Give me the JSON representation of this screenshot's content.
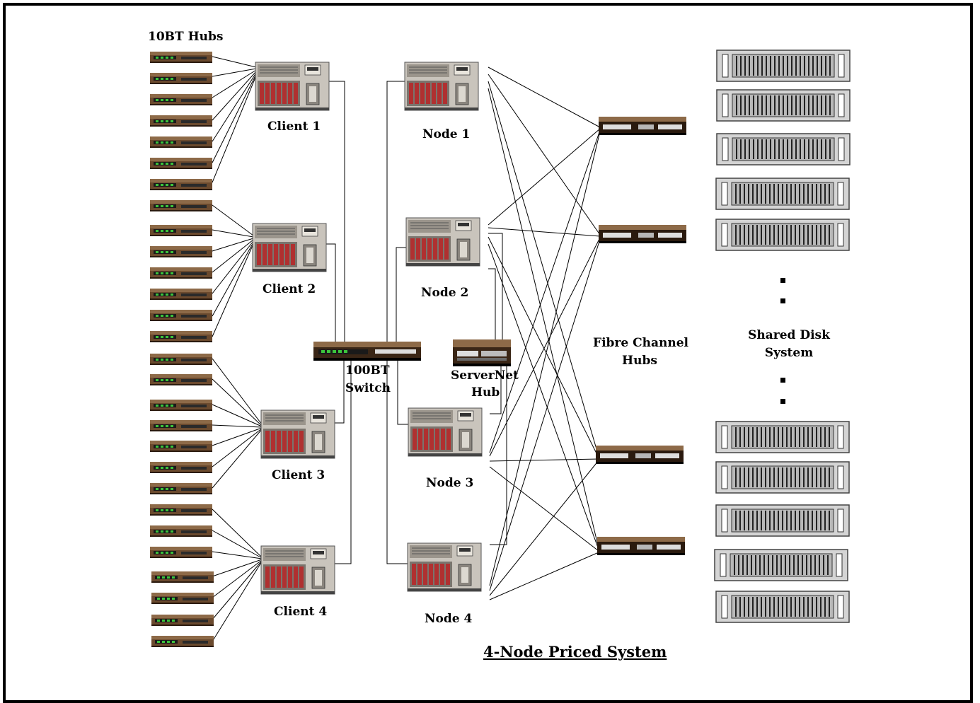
{
  "labels": {
    "hubs_10bt": "10BT Hubs",
    "client1": "Client 1",
    "client2": "Client 2",
    "client3": "Client 3",
    "client4": "Client 4",
    "node1": "Node 1",
    "node2": "Node 2",
    "node3": "Node 3",
    "node4": "Node 4",
    "switch_line1": "100BT",
    "switch_line2": "Switch",
    "servernet_line1": "ServerNet",
    "servernet_line2": "Hub",
    "fc_line1": "Fibre Channel",
    "fc_line2": "Hubs",
    "disk_line1": "Shared Disk",
    "disk_line2": "System",
    "title": "4-Node Priced System"
  },
  "colors": {
    "hub_body": "#6b4a2e",
    "hub_led": "#3cc43c",
    "server_body": "#c9c4bc",
    "server_drive": "#b03030",
    "disk_body": "#c8c8c8",
    "line": "#000000"
  },
  "icons": {
    "hub": "ethernet-hub-icon",
    "server": "server-tower-icon",
    "fc_hub": "fibre-channel-hub-icon",
    "disk": "disk-array-icon"
  }
}
